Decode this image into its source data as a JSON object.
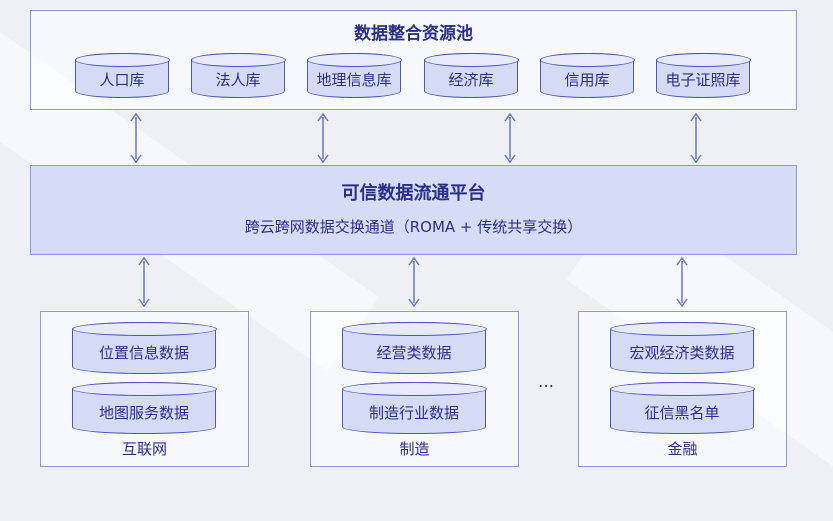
{
  "pool": {
    "title": "数据整合资源池",
    "items": [
      "人口库",
      "法人库",
      "地理信息库",
      "经济库",
      "信用库",
      "电子证照库"
    ]
  },
  "platform": {
    "title": "可信数据流通平台",
    "subtitle": "跨云跨网数据交换通道（ROMA + 传统共享交换）"
  },
  "groups": [
    {
      "label": "互联网",
      "items": [
        "位置信息数据",
        "地图服务数据"
      ]
    },
    {
      "label": "制造",
      "items": [
        "经营类数据",
        "制造行业数据"
      ]
    },
    {
      "label": "金融",
      "items": [
        "宏观经济类数据",
        "征信黑名单"
      ]
    }
  ],
  "ellipsis": "…",
  "colors": {
    "accent": "#2a2f8a",
    "border": "#8f9bd6",
    "fill": "#d6dcf6",
    "arrow": "#6b77c4"
  }
}
